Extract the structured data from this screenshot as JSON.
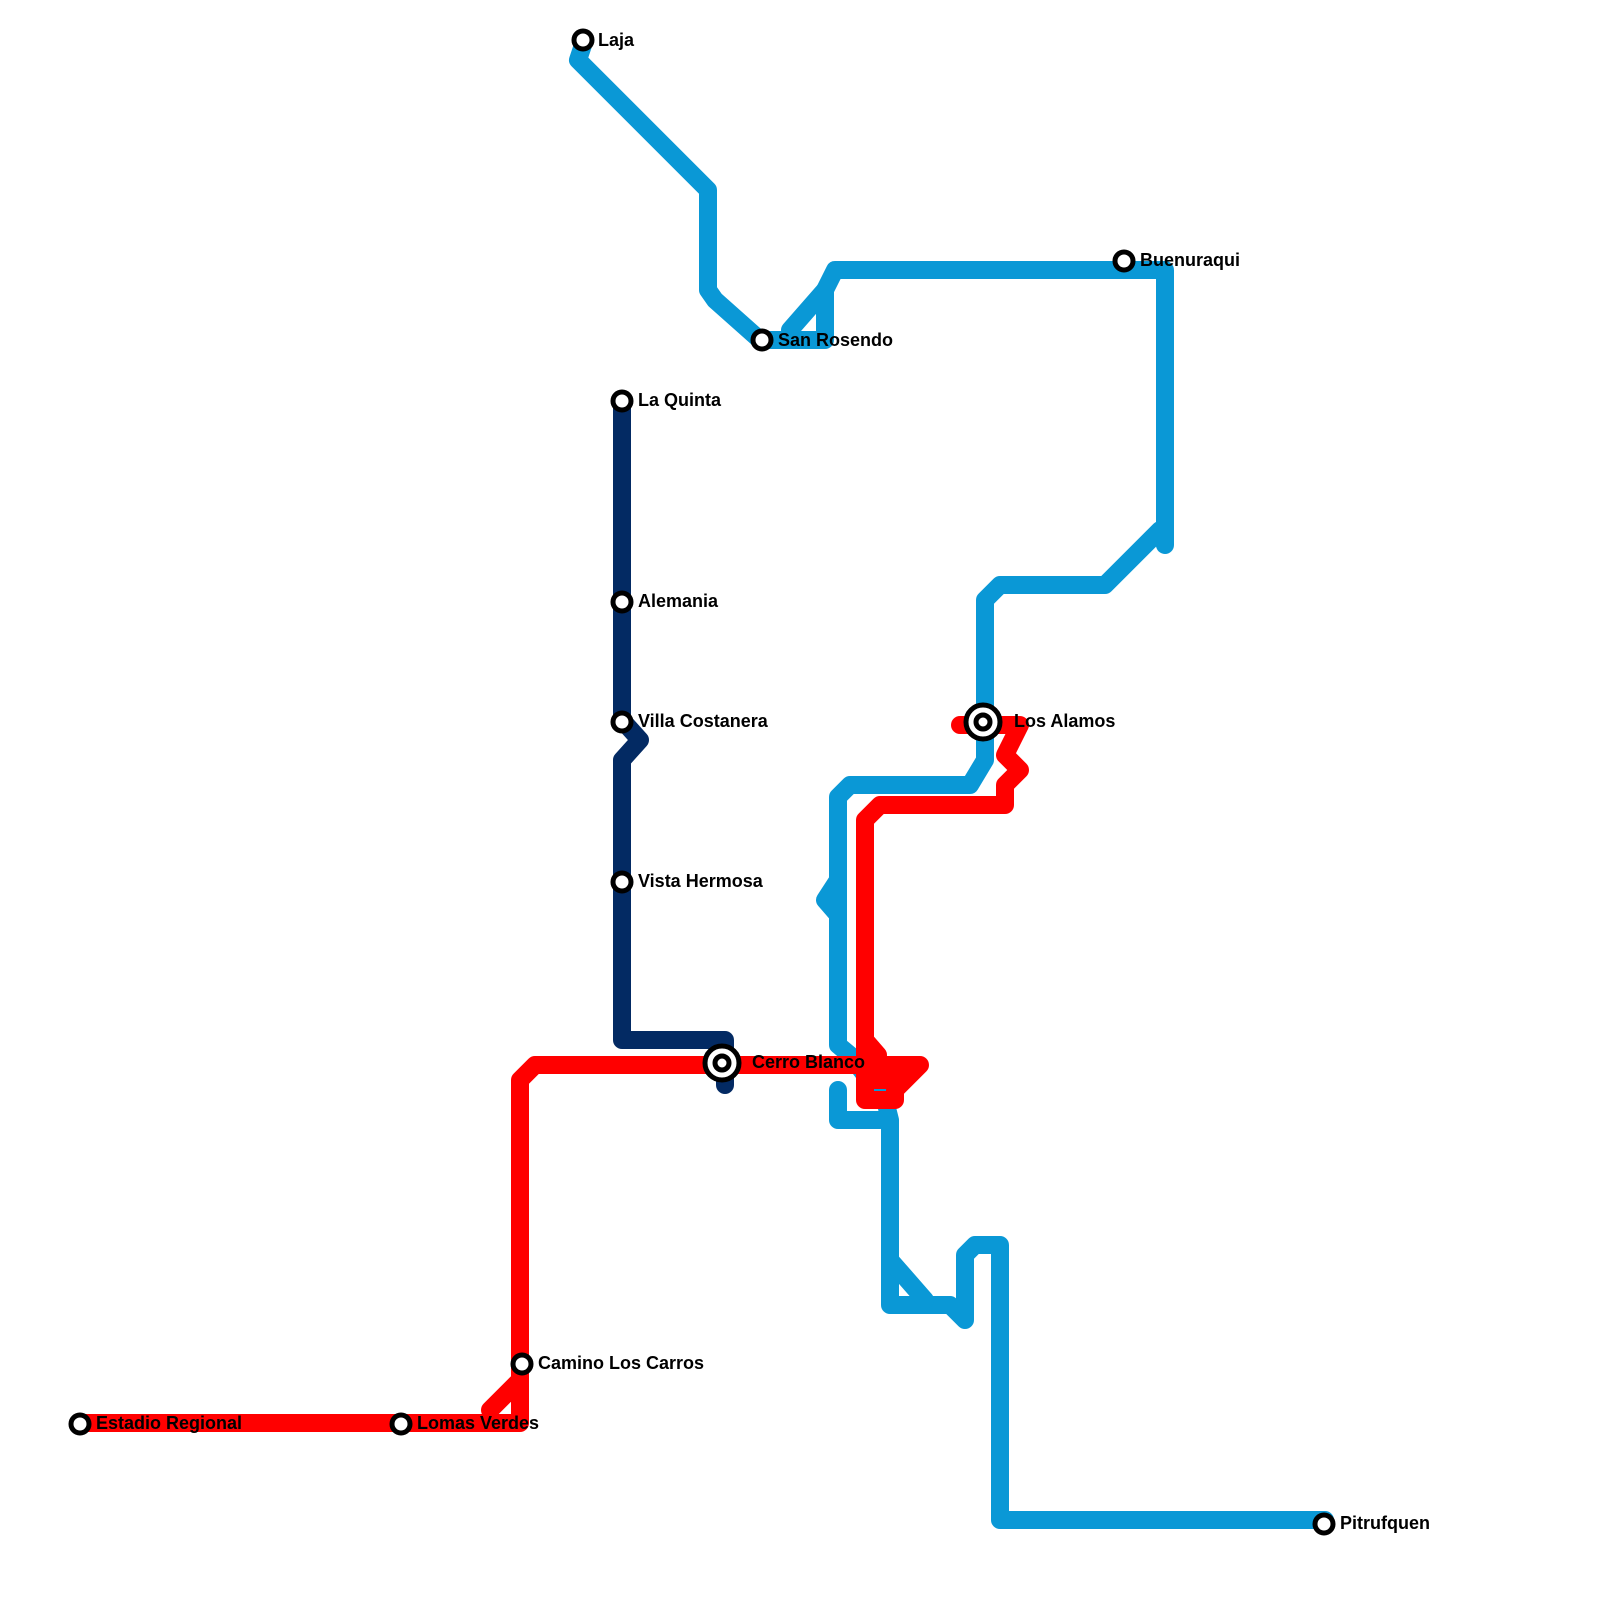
{
  "lines": [
    {
      "id": "blue",
      "color": "#0a98d6"
    },
    {
      "id": "red",
      "color": "#ff0000"
    },
    {
      "id": "navy",
      "color": "#032a63"
    }
  ],
  "stations": {
    "laja": "Laja",
    "san_rosendo": "San Rosendo",
    "buenuraqui": "Buenuraqui",
    "la_quinta": "La Quinta",
    "alemania": "Alemania",
    "villa_costanera": "Villa Costanera",
    "vista_hermosa": "Vista Hermosa",
    "los_alamos": "Los Alamos",
    "cerro_blanco": "Cerro Blanco",
    "camino_los_carros": "Camino Los Carros",
    "estadio_regional": "Estadio Regional",
    "lomas_verdes": "Lomas Verdes",
    "pitrufquen": "Pitrufquen"
  }
}
